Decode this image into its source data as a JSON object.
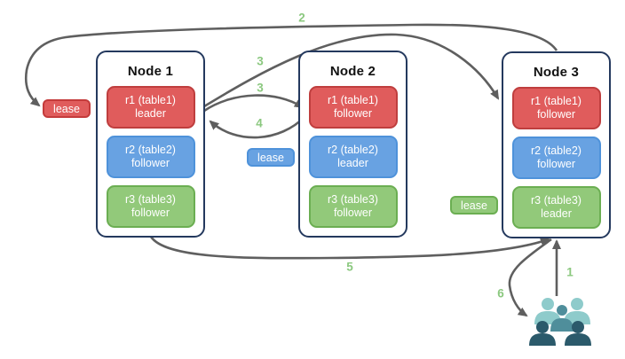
{
  "nodes": [
    {
      "title": "Node 1",
      "replicas": [
        {
          "label": "r1 (table1)",
          "role": "leader",
          "color": "#e05c5c"
        },
        {
          "label": "r2 (table2)",
          "role": "follower",
          "color": "#68a2e2"
        },
        {
          "label": "r3 (table3)",
          "role": "follower",
          "color": "#92c97a"
        }
      ]
    },
    {
      "title": "Node 2",
      "replicas": [
        {
          "label": "r1 (table1)",
          "role": "follower",
          "color": "#e05c5c"
        },
        {
          "label": "r2 (table2)",
          "role": "leader",
          "color": "#68a2e2"
        },
        {
          "label": "r3 (table3)",
          "role": "follower",
          "color": "#92c97a"
        }
      ]
    },
    {
      "title": "Node 3",
      "replicas": [
        {
          "label": "r1 (table1)",
          "role": "follower",
          "color": "#e05c5c"
        },
        {
          "label": "r2 (table2)",
          "role": "follower",
          "color": "#68a2e2"
        },
        {
          "label": "r3 (table3)",
          "role": "leader",
          "color": "#92c97a"
        }
      ]
    }
  ],
  "leases": {
    "table1": {
      "label": "lease",
      "color": "#e05c5c"
    },
    "table2": {
      "label": "lease",
      "color": "#68a2e2"
    },
    "table3": {
      "label": "lease",
      "color": "#92c97a"
    }
  },
  "steps": {
    "s1": "1",
    "s2": "2",
    "s3a": "3",
    "s3b": "3",
    "s4": "4",
    "s5": "5",
    "s6": "6"
  },
  "colors": {
    "node_border": "#24395e",
    "arrow": "#5f5f5f",
    "step_number": "#8bc87f",
    "clients_icon_light": "#8ecbcb",
    "clients_icon_mid": "#4f8e9b",
    "clients_icon_dark": "#2b5a6b"
  }
}
